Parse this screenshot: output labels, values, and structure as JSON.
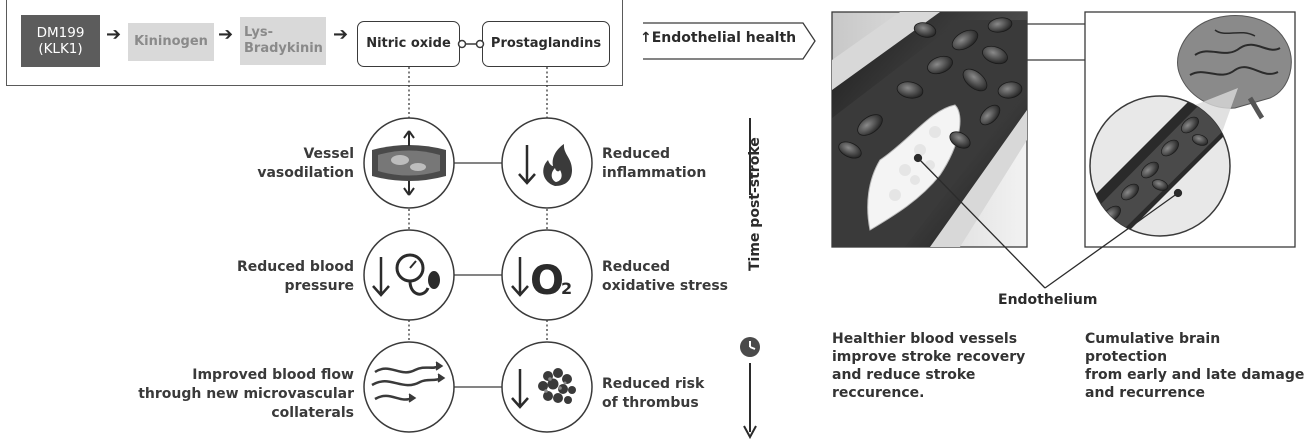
{
  "pathway": {
    "dm199": "DM199\n(KLK1)",
    "kininogen": "Kininogen",
    "lys_bradykinin": "Lys-\nBradykinin",
    "nitric_oxide": "Nitric oxide",
    "prostaglandins": "Prostaglandins"
  },
  "banner": {
    "endothelial_health": "↑Endothelial health"
  },
  "effects": {
    "vessel_vasodilation": "Vessel\nvasodilation",
    "reduced_inflammation": "Reduced\ninflammation",
    "reduced_blood_pressure": "Reduced  blood\npressure",
    "reduced_oxidative_stress": "Reduced\noxidative stress",
    "improved_blood_flow": "Improved blood flow\nthrough new microvascular\ncollaterals",
    "reduced_thrombus": "Reduced risk\nof thrombus"
  },
  "time_axis": {
    "label": "Time post-stroke"
  },
  "endothelium": {
    "label": "Endothelium"
  },
  "captions": {
    "vessels": "Healthier blood vessels\nimprove stroke recovery\nand reduce stroke\nreccurence.",
    "brain": "Cumulative brain protection\nfrom early and late damage\nand recurrence"
  },
  "icons": {
    "o2_symbol": "O",
    "o2_subscript": "2"
  },
  "colors": {
    "dark": "#2b2b2b",
    "mid": "#5c5c5c",
    "light": "#d9d9d9"
  }
}
